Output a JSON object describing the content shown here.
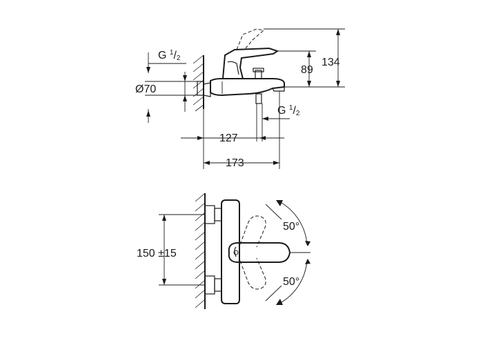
{
  "side_view": {
    "thread_inlet": {
      "prefix": "G ",
      "numerator": "1",
      "denominator": "2"
    },
    "thread_outlet": {
      "prefix": "G ",
      "numerator": "1",
      "denominator": "2"
    },
    "diameter": "Ø70",
    "height_spout": "89",
    "height_total": "134",
    "projection_outlet": "127",
    "projection_total": "173"
  },
  "front_view": {
    "centers": "150 ±15",
    "angle_up": "50°",
    "angle_down": "50°"
  }
}
